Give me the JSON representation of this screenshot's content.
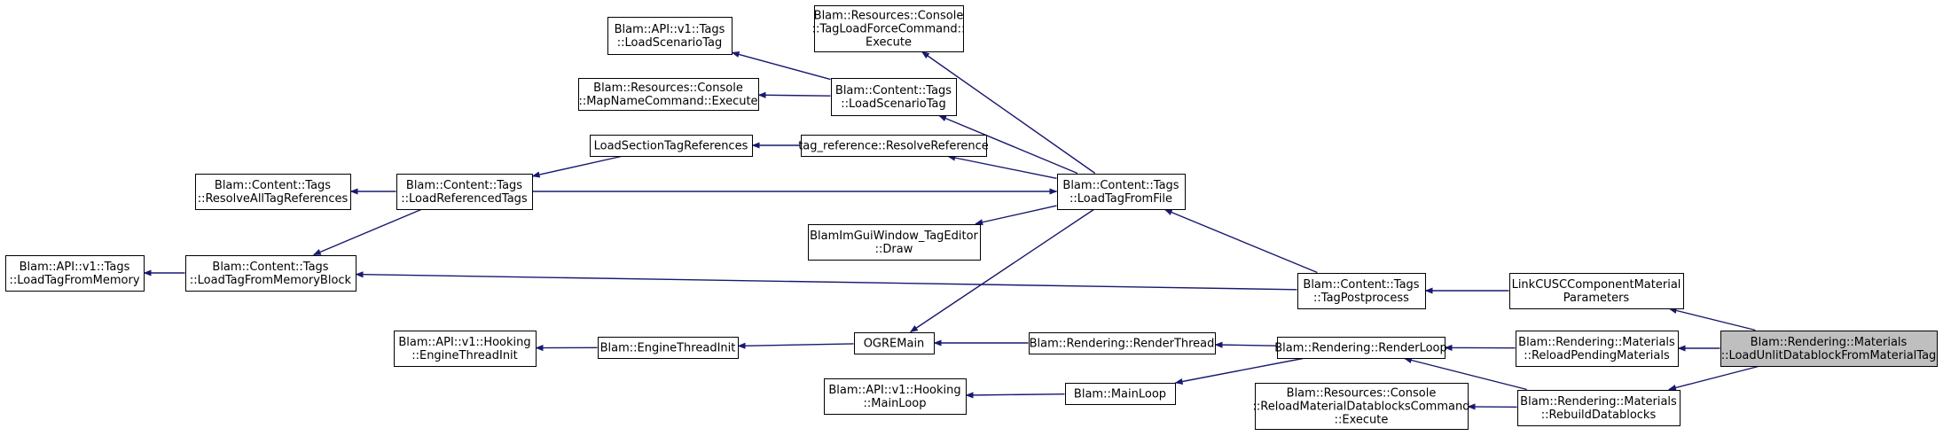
{
  "colors": {
    "edge": "#191970",
    "node_border": "#000000",
    "node_fill": "#ffffff",
    "highlight_fill": "#bfbfbf"
  },
  "nodes": [
    {
      "id": "load_scenario_api",
      "lines": [
        "Blam::API::v1::Tags",
        "::LoadScenarioTag"
      ]
    },
    {
      "id": "tag_load_force",
      "lines": [
        "Blam::Resources::Console",
        "::TagLoadForceCommand::",
        "Execute"
      ]
    },
    {
      "id": "map_name_cmd",
      "lines": [
        "Blam::Resources::Console",
        "::MapNameCommand::Execute"
      ]
    },
    {
      "id": "load_scenario_content",
      "lines": [
        "Blam::Content::Tags",
        "::LoadScenarioTag"
      ]
    },
    {
      "id": "load_section_refs",
      "lines": [
        "LoadSectionTagReferences"
      ]
    },
    {
      "id": "resolve_reference",
      "lines": [
        "tag_reference::ResolveReference"
      ]
    },
    {
      "id": "resolve_all_refs",
      "lines": [
        "Blam::Content::Tags",
        "::ResolveAllTagReferences"
      ]
    },
    {
      "id": "load_referenced",
      "lines": [
        "Blam::Content::Tags",
        "::LoadReferencedTags"
      ]
    },
    {
      "id": "load_from_file",
      "lines": [
        "Blam::Content::Tags",
        "::LoadTagFromFile"
      ]
    },
    {
      "id": "tag_editor_draw",
      "lines": [
        "BlamImGuiWindow_TagEditor",
        "::Draw"
      ]
    },
    {
      "id": "load_from_memory_api",
      "lines": [
        "Blam::API::v1::Tags",
        "::LoadTagFromMemory"
      ]
    },
    {
      "id": "load_from_memory_block",
      "lines": [
        "Blam::Content::Tags",
        "::LoadTagFromMemoryBlock"
      ]
    },
    {
      "id": "tag_postprocess",
      "lines": [
        "Blam::Content::Tags",
        "::TagPostprocess"
      ]
    },
    {
      "id": "link_cusc",
      "lines": [
        "LinkCUSCComponentMaterial",
        "Parameters"
      ]
    },
    {
      "id": "hooking_engine_init",
      "lines": [
        "Blam::API::v1::Hooking",
        "::EngineThreadInit"
      ]
    },
    {
      "id": "engine_thread_init",
      "lines": [
        "Blam::EngineThreadInit"
      ]
    },
    {
      "id": "ogre_main",
      "lines": [
        "OGREMain"
      ]
    },
    {
      "id": "render_thread",
      "lines": [
        "Blam::Rendering::RenderThread"
      ]
    },
    {
      "id": "render_loop",
      "lines": [
        "Blam::Rendering::RenderLoop"
      ]
    },
    {
      "id": "reload_pending",
      "lines": [
        "Blam::Rendering::Materials",
        "::ReloadPendingMaterials"
      ]
    },
    {
      "id": "load_unlit",
      "lines": [
        "Blam::Rendering::Materials",
        "::LoadUnlitDatablockFromMaterialTag"
      ],
      "highlight": true
    },
    {
      "id": "hooking_main_loop",
      "lines": [
        "Blam::API::v1::Hooking",
        "::MainLoop"
      ]
    },
    {
      "id": "main_loop",
      "lines": [
        "Blam::MainLoop"
      ]
    },
    {
      "id": "reload_material_cmd",
      "lines": [
        "Blam::Resources::Console",
        "::ReloadMaterialDatablocksCommand",
        "::Execute"
      ]
    },
    {
      "id": "rebuild_datablocks",
      "lines": [
        "Blam::Rendering::Materials",
        "::RebuildDatablocks"
      ]
    }
  ],
  "edges": [
    [
      "load_scenario_api",
      "load_scenario_content"
    ],
    [
      "map_name_cmd",
      "load_scenario_content"
    ],
    [
      "tag_load_force",
      "load_from_file"
    ],
    [
      "load_scenario_content",
      "load_from_file"
    ],
    [
      "resolve_reference",
      "load_from_file"
    ],
    [
      "load_section_refs",
      "resolve_reference"
    ],
    [
      "load_referenced",
      "load_section_refs"
    ],
    [
      "load_from_file",
      "load_referenced"
    ],
    [
      "resolve_all_refs",
      "load_referenced"
    ],
    [
      "load_from_memory_block",
      "load_referenced"
    ],
    [
      "tag_editor_draw",
      "load_from_file"
    ],
    [
      "ogre_main",
      "load_from_file"
    ],
    [
      "load_from_memory_api",
      "load_from_memory_block"
    ],
    [
      "load_from_file",
      "tag_postprocess"
    ],
    [
      "load_from_memory_block",
      "tag_postprocess"
    ],
    [
      "tag_postprocess",
      "link_cusc"
    ],
    [
      "link_cusc",
      "load_unlit"
    ],
    [
      "hooking_engine_init",
      "engine_thread_init"
    ],
    [
      "engine_thread_init",
      "ogre_main"
    ],
    [
      "ogre_main",
      "render_thread"
    ],
    [
      "render_thread",
      "render_loop"
    ],
    [
      "main_loop",
      "render_loop"
    ],
    [
      "hooking_main_loop",
      "main_loop"
    ],
    [
      "render_loop",
      "reload_pending"
    ],
    [
      "render_loop",
      "rebuild_datablocks"
    ],
    [
      "reload_material_cmd",
      "rebuild_datablocks"
    ],
    [
      "reload_pending",
      "load_unlit"
    ],
    [
      "rebuild_datablocks",
      "load_unlit"
    ]
  ]
}
